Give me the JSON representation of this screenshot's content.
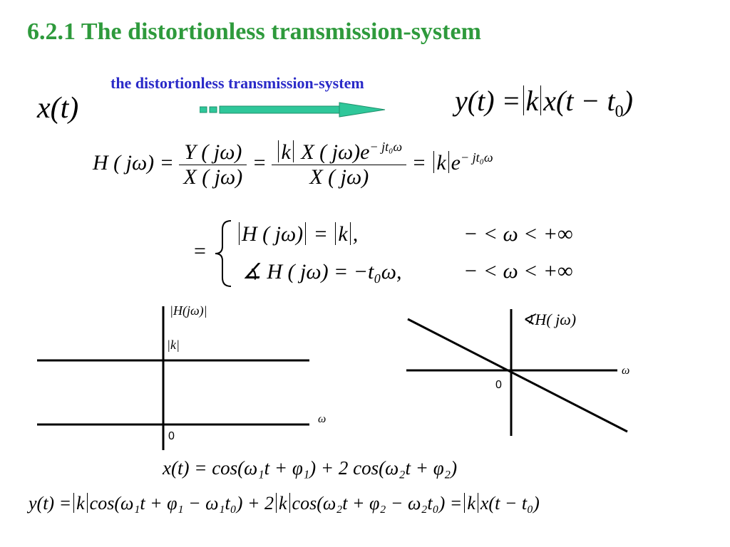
{
  "title": "6.2.1 The distortionless transmission-system",
  "subtitle": "the distortionless transmission-system",
  "input_label": "x(t)",
  "output_eq": {
    "lhs": "y(t) =",
    "k": "k",
    "rhs": "x(t − t",
    "sub": "0",
    "close": ")"
  },
  "h_eq": {
    "lhs": "H ( jω) =",
    "frac1_num": "Y ( jω)",
    "frac1_den": "X ( jω)",
    "eq": "=",
    "frac2_num_k": "k",
    "frac2_num_rest": "X ( jω)e",
    "frac2_num_exp": "− jt₀ω",
    "frac2_den": "X ( jω)",
    "eq2": "=",
    "k": "k",
    "e": "e",
    "exp": "− jt₀ω"
  },
  "case_eq": {
    "eq": "=",
    "line1_expr": "H ( jω)",
    "line1_eq": "=",
    "line1_k": "k",
    "line1_comma": ",",
    "line1_range": "− < ω < +∞",
    "line2_expr": "∡ H ( jω) = −t₀ω,",
    "line2_range": "− < ω < +∞"
  },
  "plot_left": {
    "ylabel": "|H(jω)|",
    "level_label": "|k|",
    "origin": "0",
    "xlabel": "ω"
  },
  "plot_right": {
    "ylabel": "∢H( jω)",
    "origin": "0",
    "xlabel": "ω"
  },
  "x_eq": "x(t) = cos(ω₁t + φ₁) + 2 cos(ω₂t + φ₂)",
  "y_eq": {
    "a": "y(t) =",
    "k1": "k",
    "b": "cos(ω₁t + φ₁ − ω₁t₀) + 2",
    "k2": "k",
    "c": "cos(ω₂t + φ₂ − ω₂t₀) =",
    "k3": "k",
    "d": "x(t − t₀)"
  },
  "colors": {
    "title": "#2e9a3c",
    "subtitle": "#2a2ac8",
    "arrow": "#2fc79a"
  }
}
